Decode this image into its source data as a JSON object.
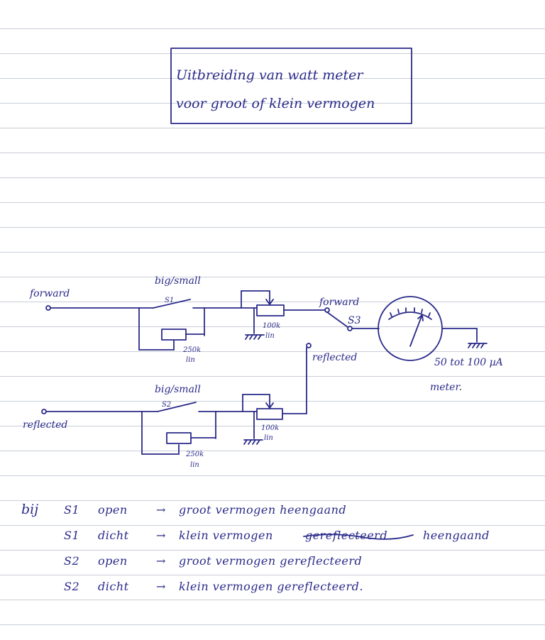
{
  "title": {
    "line1": "Uitbreiding van watt meter",
    "line2": "voor groot of klein vermogen"
  },
  "circuit": {
    "forward_input": "forward",
    "reflected_input": "reflected",
    "switch1_caption": "big/small",
    "switch1_name": "S1",
    "switch2_caption": "big/small",
    "switch2_name": "S2",
    "pot_250k_value": "250k",
    "pot_250k_taper": "lin",
    "pot_100k_value": "100k",
    "pot_100k_taper": "lin",
    "selector_name": "S3",
    "selector_forward": "forward",
    "selector_reflected": "reflected",
    "meter_range": "50 tot 100 µA",
    "meter_label": "meter."
  },
  "notes": {
    "prefix": "bij",
    "rows": [
      {
        "switch": "S1",
        "state": "open",
        "arrow": "→",
        "result": "groot vermogen heengaand"
      },
      {
        "switch": "S1",
        "state": "dicht",
        "arrow": "→",
        "result": "klein vermogen",
        "struck": "gereflecteerd",
        "result_after": "heengaand"
      },
      {
        "switch": "S2",
        "state": "open",
        "arrow": "→",
        "result": "groot vermogen gereflecteerd"
      },
      {
        "switch": "S2",
        "state": "dicht",
        "arrow": "→",
        "result": "klein vermogen gereflecteerd."
      }
    ]
  }
}
